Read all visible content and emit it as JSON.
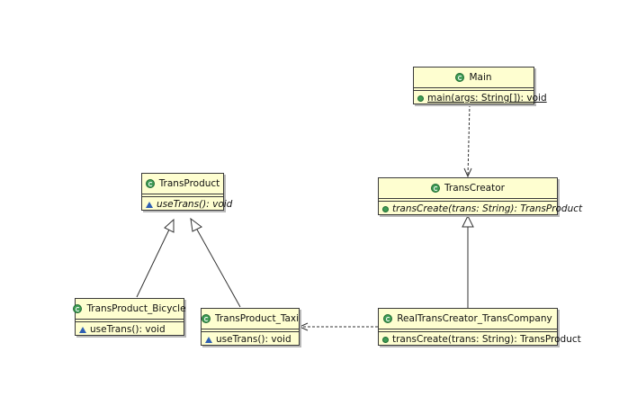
{
  "classes": {
    "main": {
      "name": "Main",
      "op_visibility": "public",
      "op": "main(args: String[]): void",
      "op_static": true
    },
    "trans_creator": {
      "name": "TransCreator",
      "op_visibility": "public",
      "op": "transCreate(trans: String): TransProduct",
      "op_abstract": true
    },
    "real_creator": {
      "name": "RealTransCreator_TransCompany",
      "op_visibility": "public",
      "op": "transCreate(trans: String): TransProduct"
    },
    "trans_product": {
      "name": "TransProduct",
      "op_visibility": "package",
      "op": "useTrans(): void",
      "op_abstract": true
    },
    "bicycle": {
      "name": "TransProduct_Bicycle",
      "op_visibility": "package",
      "op": "useTrans(): void"
    },
    "taxi": {
      "name": "TransProduct_Taxi",
      "op_visibility": "package",
      "op": "useTrans(): void"
    }
  },
  "relations": [
    {
      "from": "main",
      "to": "trans_creator",
      "type": "dependency"
    },
    {
      "from": "real_creator",
      "to": "trans_creator",
      "type": "generalization"
    },
    {
      "from": "real_creator",
      "to": "taxi",
      "type": "dependency"
    },
    {
      "from": "bicycle",
      "to": "trans_product",
      "type": "generalization"
    },
    {
      "from": "taxi",
      "to": "trans_product",
      "type": "generalization"
    }
  ],
  "colors": {
    "class_fill": "#fefed0",
    "border": "#3a3a3a",
    "class_icon": "#3f9c55",
    "package_icon": "#2f5fb3"
  }
}
